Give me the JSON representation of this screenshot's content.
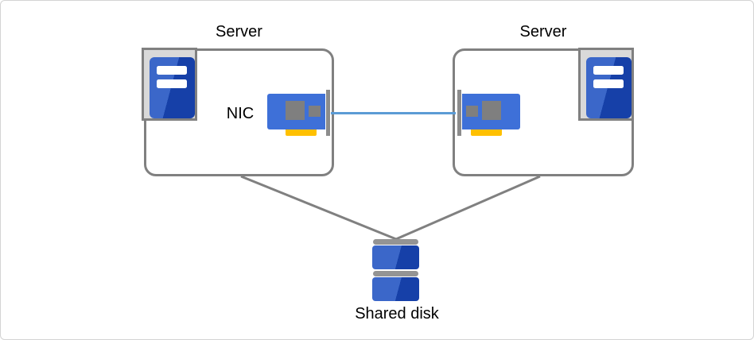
{
  "labels": {
    "server_left": "Server",
    "server_right": "Server",
    "nic": "NIC",
    "shared_disk": "Shared disk"
  },
  "icons": [
    {
      "name": "server-tower-icon",
      "shape": "blue-tower-with-two-white-drive-bays"
    },
    {
      "name": "nic-card-icon",
      "shape": "blue-pci-card-with-gray-chips-gold-edge-connector-and-bracket"
    },
    {
      "name": "shared-disk-icon",
      "shape": "two-stacked-blue-platters-with-gray-caps"
    }
  ],
  "connections": [
    {
      "from": "server-left-nic",
      "to": "server-right-nic",
      "style": "blue-link"
    },
    {
      "from": "server-left-box",
      "to": "shared-disk",
      "style": "gray-line"
    },
    {
      "from": "server-right-box",
      "to": "shared-disk",
      "style": "gray-line"
    }
  ],
  "colors": {
    "canvas_border": "#D3D3D3",
    "box_border": "#808080",
    "line_gray": "#808080",
    "link_blue": "#5B9BD5",
    "nic_blue": "#3E70D8",
    "chip_gray": "#7F7F7F",
    "bracket_gray": "#8C8C8C",
    "connector_yellow": "#FFC000",
    "icon_blue_light": "#3B67C9",
    "icon_blue_dark": "#1640A8",
    "frame_fill": "#D9D9D9",
    "disk_bar_gray": "#949494",
    "text": "#000000"
  }
}
